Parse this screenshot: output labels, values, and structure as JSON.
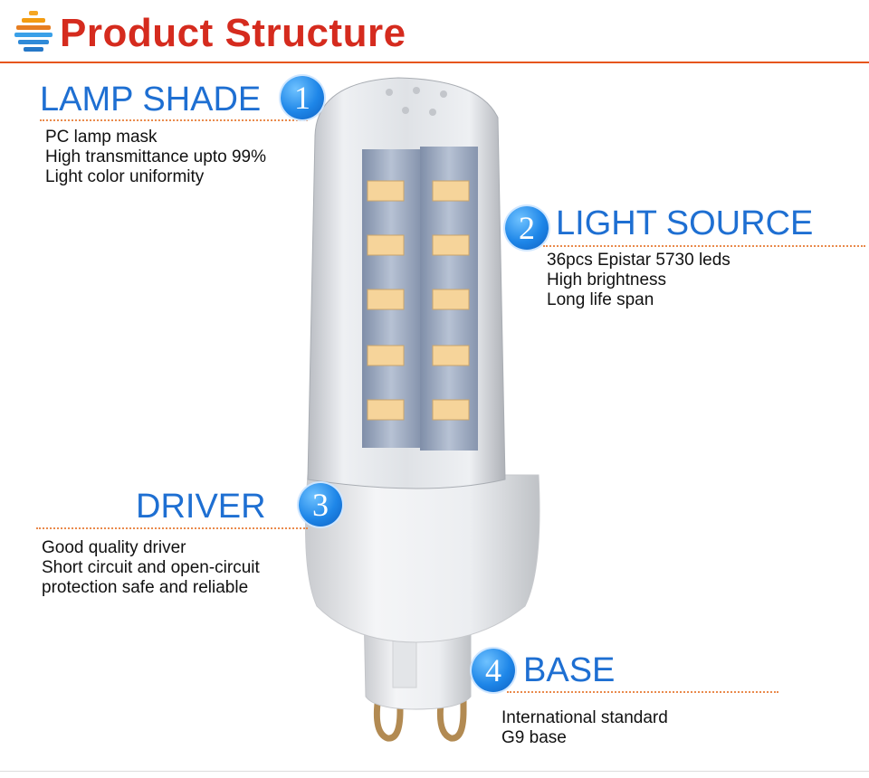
{
  "header": {
    "title": "Product Structure"
  },
  "sections": {
    "lamp_shade": {
      "number": "1",
      "title": "LAMP SHADE",
      "lines": [
        "PC lamp mask",
        "High transmittance upto 99%",
        "Light color uniformity"
      ]
    },
    "light_source": {
      "number": "2",
      "title": "LIGHT SOURCE",
      "lines": [
        "36pcs Epistar 5730 leds",
        "High brightness",
        "Long life span"
      ]
    },
    "driver": {
      "number": "3",
      "title": "DRIVER",
      "lines": [
        "Good quality driver",
        "Short circuit and open-circuit",
        "protection safe and reliable"
      ]
    },
    "base": {
      "number": "4",
      "title": "BASE",
      "lines": [
        "International standard",
        "G9 base"
      ]
    }
  },
  "colors": {
    "title": "#d52b1e",
    "heading": "#1e6fd2",
    "accent_line": "#e6561c",
    "badge": "#1e86e8"
  }
}
